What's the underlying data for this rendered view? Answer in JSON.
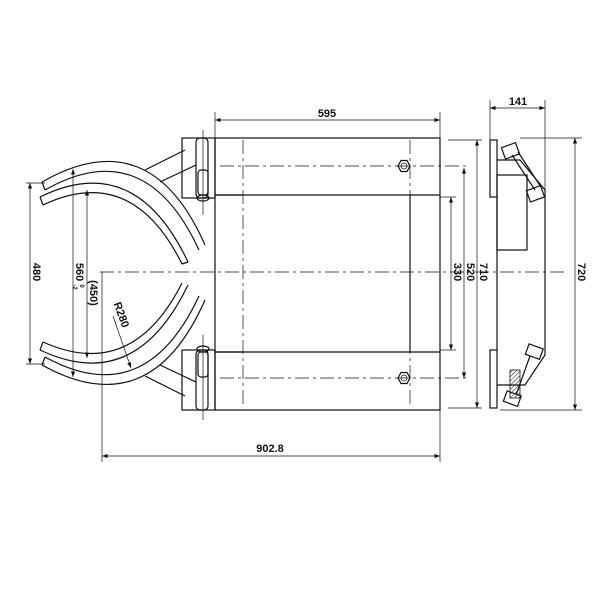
{
  "dimensions": {
    "width_top": "595",
    "overall_length": "902.8",
    "side_depth": "141",
    "side_height": "720",
    "outer_height": "710",
    "bolt_spacing": "520",
    "inner_height": "330",
    "opening": "480",
    "jaw_span": "560",
    "jaw_span_tol_upper": "0",
    "jaw_span_tol_lower": "-2",
    "drum_diameter": "(450)",
    "radius": "R280"
  }
}
